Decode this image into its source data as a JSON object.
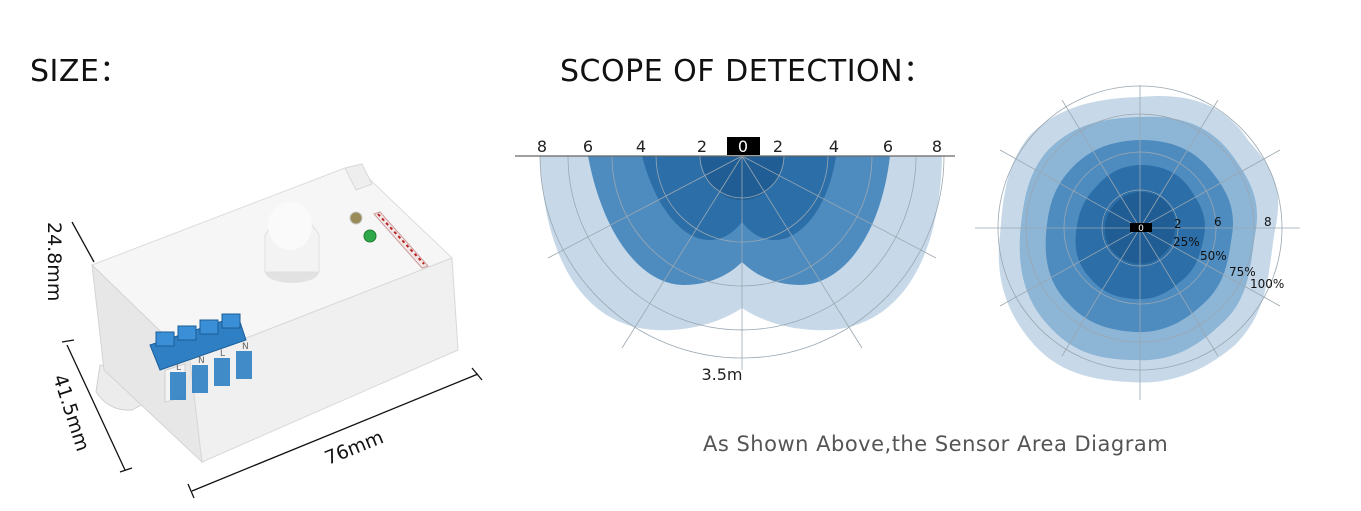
{
  "headings": {
    "size": "SIZE：",
    "scope": "SCOPE OF DETECTION："
  },
  "dimensions": {
    "height": "24.8mm",
    "width": "41.5mm",
    "length": "76mm"
  },
  "terminal_labels": [
    "L",
    "N",
    "L",
    "N"
  ],
  "side_view": {
    "scale_left": [
      "8",
      "6",
      "4",
      "2"
    ],
    "scale_center": "0",
    "scale_right": [
      "2",
      "4",
      "6",
      "8"
    ],
    "depth_label": "3.5m"
  },
  "top_view": {
    "center_label": "0",
    "distance_labels": [
      "2",
      "6",
      "8"
    ],
    "percent_labels": [
      "25%",
      "50%",
      "75%",
      "100%"
    ]
  },
  "caption": "As Shown Above,the Sensor Area Diagram",
  "colors": {
    "zone_outer": "#c7d9e8",
    "zone_mid": "#8db5d6",
    "zone_inner": "#4e8cc0",
    "zone_core": "#2b6ea8",
    "terminal_blue": "#2f7fc4",
    "led_green": "#2fa84a"
  }
}
